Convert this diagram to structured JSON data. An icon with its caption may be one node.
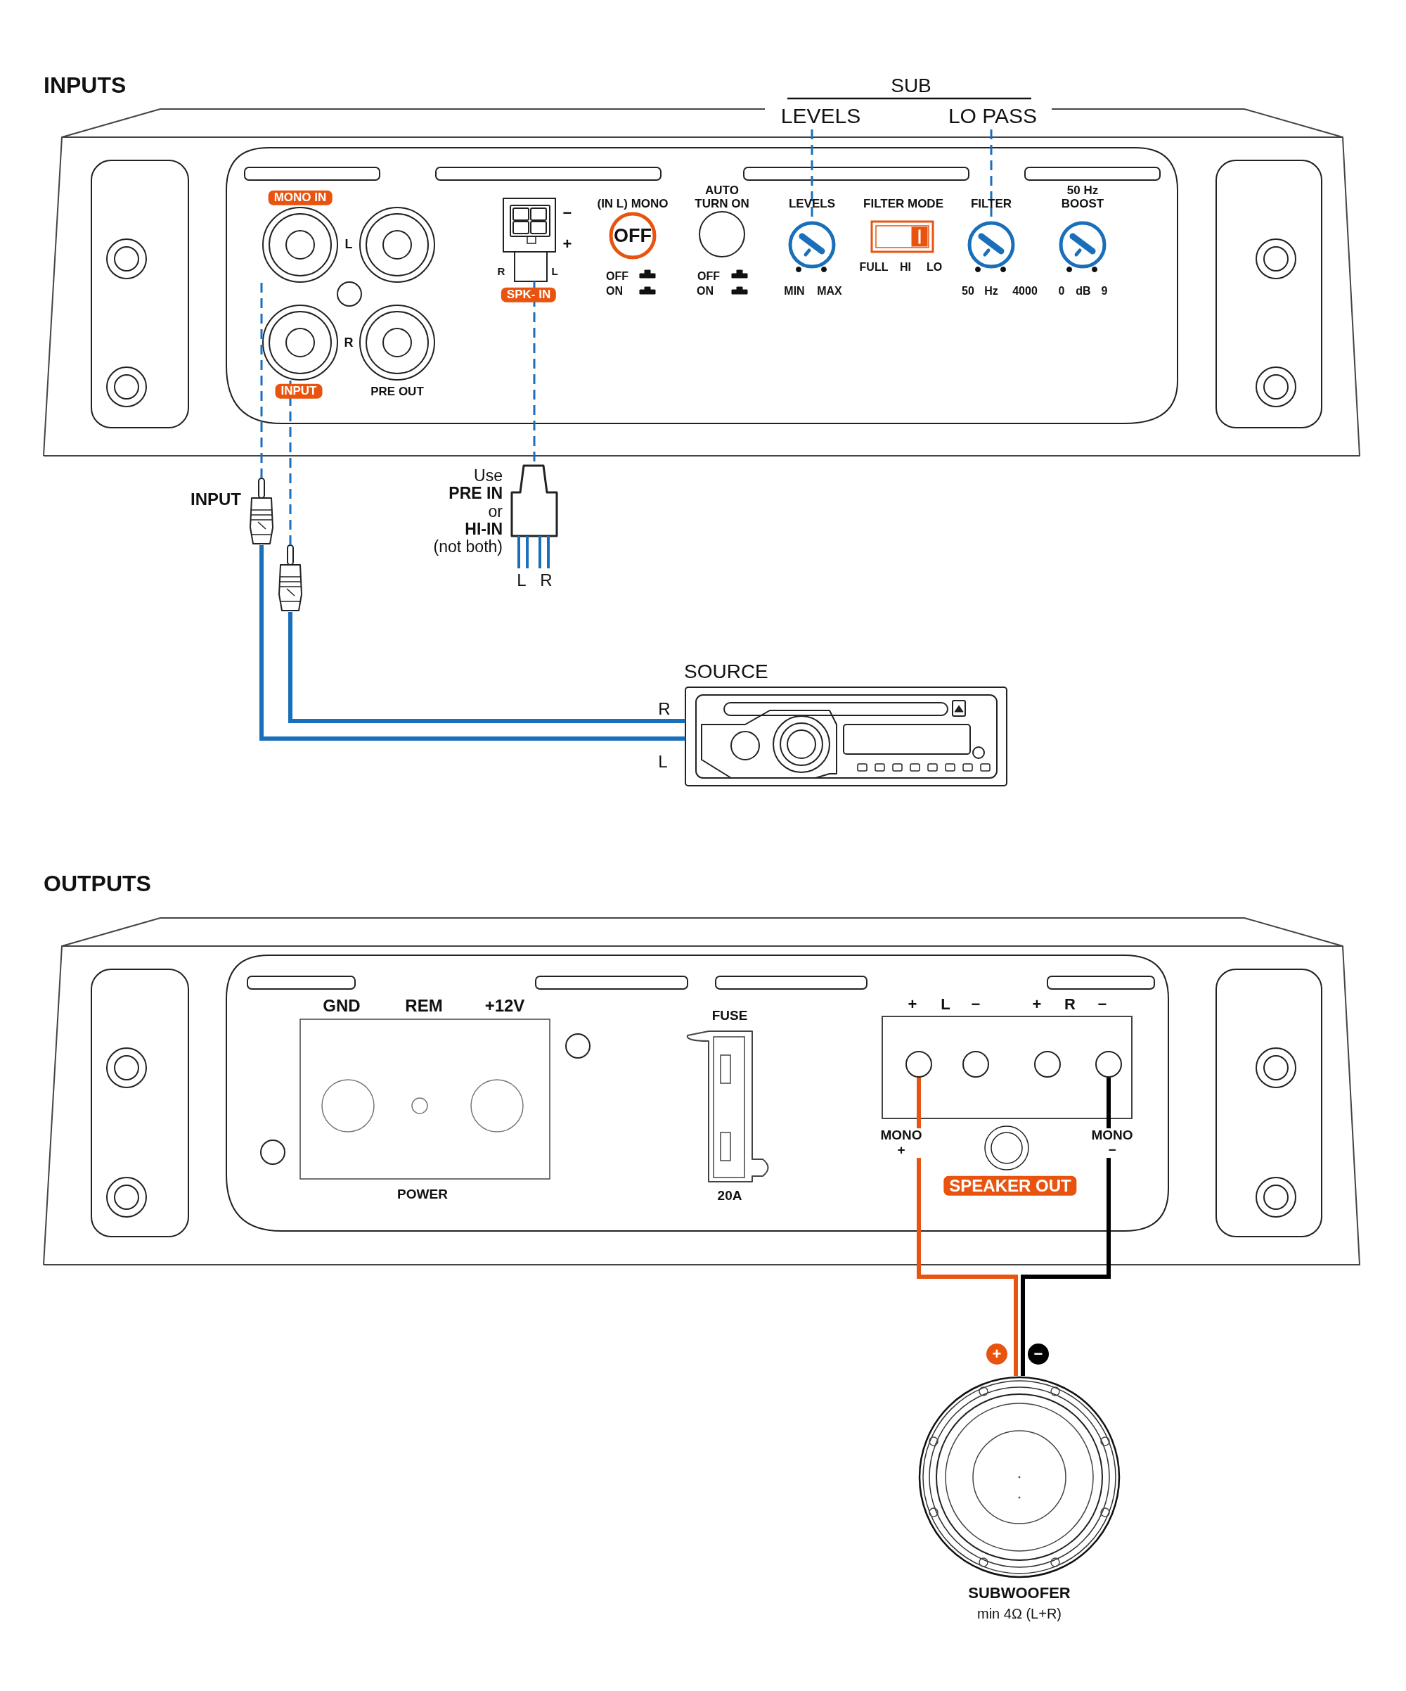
{
  "diagram": {
    "nodes": [
      {
        "text": [],
        "shape": "box"
      },
      {
        "text": [],
        "shape": "circle",
        "in": 0,
        "beside": [
          "MONO IN"
        ]
      },
      {
        "text": [],
        "shape": "circle",
        "in": 0,
        "beside": [
          "INPUT"
        ]
      },
      {
        "text": [],
        "shape": "box",
        "in": 0,
        "beside": [
          "SPK- IN"
        ]
      },
      {
        "text": [],
        "shape": "circle",
        "in": 0,
        "beside": [
          "LEVELS"
        ]
      },
      {
        "text": [],
        "shape": "circle",
        "in": 0,
        "beside": [
          "FILTER"
        ]
      },
      {
        "text": [
          "LEVELS"
        ]
      },
      {
        "text": [
          "LO PASS"
        ]
      },
      {
        "text": [],
        "shape": "picture",
        "beside": [
          "INPUT"
        ]
      },
      {
        "text": [],
        "shape": "picture"
      },
      {
        "text": [],
        "shape": "box",
        "beside": [
          "Use **PRE IN** or **HI-IN** (not both)"
        ]
      },
      {
        "text": [],
        "shape": "picture",
        "beside": [
          "SOURCE"
        ]
      },
      {
        "text": [],
        "shape": "box"
      },
      {
        "text": [],
        "shape": "circle",
        "in": 12,
        "beside": [
          "MONO +"
        ]
      },
      {
        "text": [],
        "shape": "circle",
        "in": 12,
        "beside": [
          "MONO −"
        ]
      },
      {
        "text": [],
        "shape": "picture",
        "beside": [
          "SUBWOOFER",
          "min 4Ω (L+R)"
        ]
      }
    ],
    "edges": [
      {
        "from": 1,
        "to": 8,
        "arrow": "none",
        "style": "dashed"
      },
      {
        "from": 2,
        "to": 9,
        "arrow": "none",
        "style": "dashed"
      },
      {
        "from": 3,
        "to": 10,
        "arrow": "none",
        "style": "dashed"
      },
      {
        "from": 6,
        "to": 4,
        "arrow": "none",
        "style": "dashed"
      },
      {
        "from": 7,
        "to": 5,
        "arrow": "none",
        "style": "dashed"
      },
      {
        "from": 8,
        "to": 11,
        "arrow": "none",
        "label": "L"
      },
      {
        "from": 9,
        "to": 11,
        "arrow": "none",
        "label": "R"
      },
      {
        "from": 13,
        "to": 15,
        "arrow": "none",
        "color": "#e8540f"
      },
      {
        "from": 14,
        "to": 15,
        "arrow": "none",
        "color": "#000000"
      }
    ],
    "labels": [
      "INPUTS",
      "SUB",
      "L",
      "R",
      "PRE OUT",
      "−",
      "+",
      "R",
      "L",
      "(IN L) MONO",
      "OFF",
      "OFF",
      "ON",
      "AUTO TURN ON",
      "OFF",
      "ON",
      "MIN",
      "MAX",
      "FILTER MODE",
      "FULL",
      "HI",
      "LO",
      "50",
      "Hz",
      "4000",
      "50 Hz BOOST",
      "0",
      "dB",
      "9",
      "L",
      "R",
      "OUTPUTS",
      "GND",
      "REM",
      "+12V",
      "POWER",
      "FUSE",
      "20A",
      "+",
      "L",
      "−",
      "+",
      "R",
      "−",
      "SPEAKER OUT",
      "+",
      "−"
    ]
  }
}
